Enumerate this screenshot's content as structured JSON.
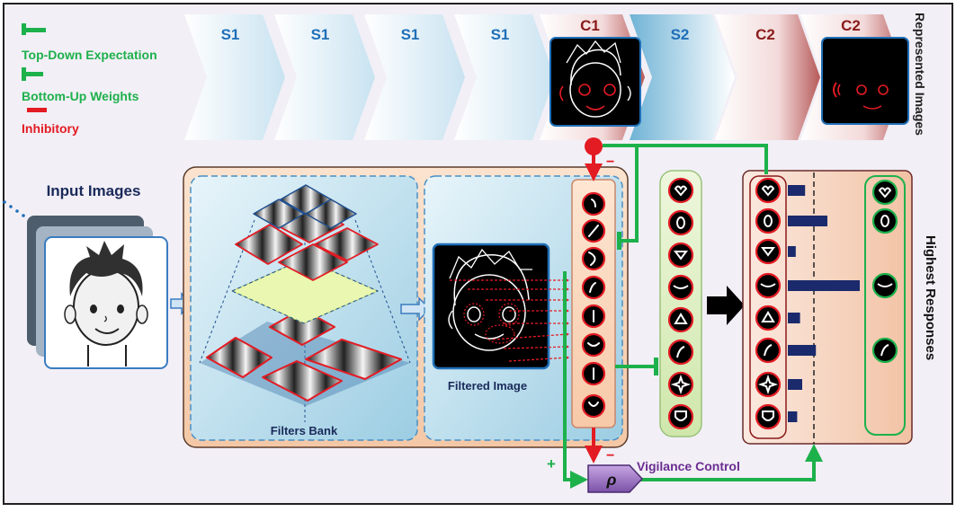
{
  "legend": {
    "top_down": "Top-Down Expectation",
    "bottom_up": "Bottom-Up Weights",
    "inhibitory": "Inhibitory"
  },
  "stages": [
    "S1",
    "S1",
    "S1",
    "S1",
    "C1",
    "S2",
    "C2",
    "C2"
  ],
  "represented_images": "Represented Images",
  "input_images": "Input Images",
  "filters_bank": "Filters Bank",
  "filtered_image": "Filtered Image",
  "highest_responses": "Highest Responses",
  "vigilance": {
    "symbol": "ρ",
    "label": "Vigilance Control"
  },
  "signs": {
    "plus": "+",
    "minus": "−"
  },
  "response_levels": [
    0.24,
    0.55,
    0.11,
    1.0,
    0.17,
    0.39,
    0.2,
    0.13
  ],
  "colors": {
    "green": "#1db14b",
    "red": "#e31b23",
    "blue_text": "#1f6fb8",
    "dark_red_text": "#8b1a1a",
    "bar": "#1a2a6c",
    "purple": "#6a2c91"
  }
}
